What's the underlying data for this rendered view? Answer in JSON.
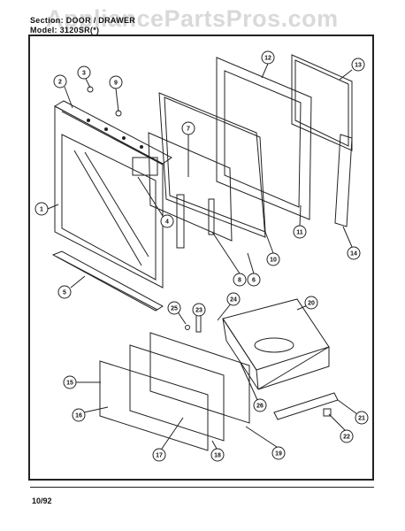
{
  "header": {
    "section_line": "Section: DOOR / DRAWER",
    "model_line": "Model: 3120SR(*)"
  },
  "watermark": "AppliancePartsPros.com",
  "footer": {
    "date": "10/92"
  },
  "callouts": [
    {
      "id": "c1",
      "label": "1"
    },
    {
      "id": "c2",
      "label": "2"
    },
    {
      "id": "c3",
      "label": "3"
    },
    {
      "id": "c4",
      "label": "4"
    },
    {
      "id": "c5",
      "label": "5"
    },
    {
      "id": "c6",
      "label": "6"
    },
    {
      "id": "c7",
      "label": "7"
    },
    {
      "id": "c8",
      "label": "8"
    },
    {
      "id": "c9",
      "label": "9"
    },
    {
      "id": "c10",
      "label": "10"
    },
    {
      "id": "c11",
      "label": "11"
    },
    {
      "id": "c12",
      "label": "12"
    },
    {
      "id": "c13",
      "label": "13"
    },
    {
      "id": "c14",
      "label": "14"
    },
    {
      "id": "c15",
      "label": "15"
    },
    {
      "id": "c16",
      "label": "16"
    },
    {
      "id": "c17",
      "label": "17"
    },
    {
      "id": "c18",
      "label": "18"
    },
    {
      "id": "c19",
      "label": "19"
    },
    {
      "id": "c20",
      "label": "20"
    },
    {
      "id": "c21",
      "label": "21"
    },
    {
      "id": "c22",
      "label": "22"
    },
    {
      "id": "c23",
      "label": "23"
    },
    {
      "id": "c24",
      "label": "24"
    },
    {
      "id": "c25",
      "label": "25"
    },
    {
      "id": "c26",
      "label": "26"
    }
  ]
}
